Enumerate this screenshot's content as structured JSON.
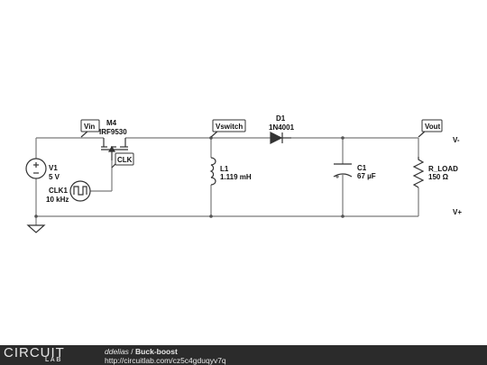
{
  "schematic": {
    "nets": {
      "vin": "Vin",
      "vswitch": "Vswitch",
      "vout": "Vout",
      "clk": "CLK"
    },
    "v1": {
      "ref": "V1",
      "value": "5 V"
    },
    "m4": {
      "ref": "M4",
      "model": "IRF9530"
    },
    "clk1": {
      "ref": "CLK1",
      "value": "10 kHz"
    },
    "l1": {
      "ref": "L1",
      "value": "1.119 mH"
    },
    "d1": {
      "ref": "D1",
      "model": "1N4001"
    },
    "c1": {
      "ref": "C1",
      "value": "67 µF"
    },
    "rload": {
      "ref": "R_LOAD",
      "value": "150 Ω"
    },
    "out_minus": "V-",
    "out_plus": "V+"
  },
  "footer": {
    "logo_text": "CIRCUIT",
    "logo_sub": "LAB",
    "user": "ddelias",
    "separator": " / ",
    "title": "Buck-boost",
    "url": "http://circuitlab.com/cz5c4gduqyv7q"
  }
}
